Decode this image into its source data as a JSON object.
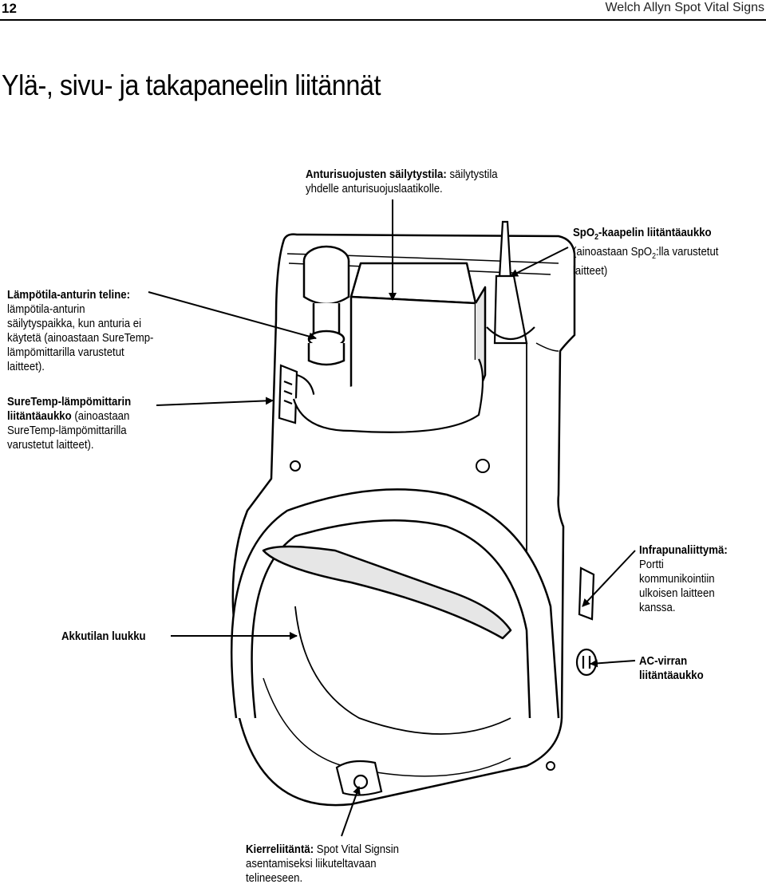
{
  "header": {
    "page_number": "12",
    "document_title": "Welch Allyn Spot Vital Signs"
  },
  "section_title": "Ylä-, sivu- ja takapaneelin liitännät",
  "callouts": {
    "probe_storage": {
      "label": "Anturisuojusten säilytystila:",
      "line1_rest": "säilytystila",
      "line2": "yhdelle anturisuojuslaatikolle."
    },
    "spo2": {
      "label_pre": "SpO",
      "label_sub": "2",
      "label_post": "-kaapelin liitäntäaukko",
      "line2_pre": "(ainoastaan SpO",
      "line2_sub": "2",
      "line2_post": ":lla varustetut",
      "line3": "laitteet)"
    },
    "temp_holder": {
      "label": "Lämpötila-anturin teline:",
      "lines": [
        "lämpötila-anturin",
        "säilytyspaikka, kun anturia ei",
        "käytetä (ainoastaan SureTemp-",
        "lämpömittarilla varustetut",
        "laitteet)."
      ]
    },
    "suretemp": {
      "label1": "SureTemp-lämpömittarin",
      "label2": "liitäntäaukko",
      "line2_rest": "(ainoastaan",
      "line3": "SureTemp-lämpömittarilla",
      "line4": "varustetut laitteet)."
    },
    "battery": {
      "label": "Akkutilan luukku"
    },
    "infrared": {
      "label": "Infrapunaliittymä:",
      "lines": [
        "Portti",
        "kommunikointiin",
        "ulkoisen laitteen",
        "kanssa."
      ]
    },
    "ac": {
      "label1": "AC-virran",
      "label2": "liitäntäaukko"
    },
    "mount": {
      "label": "Kierreliitäntä:",
      "line1_rest": "Spot Vital Signsin",
      "line2": "asentamiseksi liikuteltavaan",
      "line3": "telineeseen."
    }
  },
  "colors": {
    "ink": "#000000",
    "body_fill": "#ffffff",
    "shade": "#e6e6e6"
  }
}
